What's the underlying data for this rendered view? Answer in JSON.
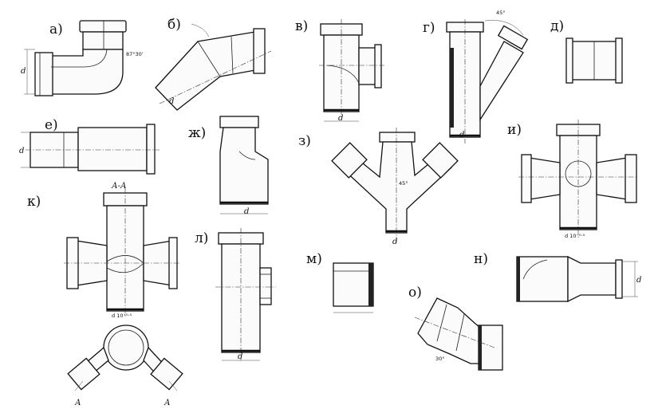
{
  "labels": {
    "a": "а)",
    "b": "б)",
    "v": "в)",
    "g": "г)",
    "d": "д)",
    "e": "е)",
    "zh": "ж)",
    "z": "з)",
    "i": "и)",
    "k": "к)",
    "l": "л)",
    "m": "м)",
    "n": "н)",
    "o": "о)"
  },
  "dims": {
    "d": "d",
    "angle_a": "87°30'",
    "angle_g": "45°",
    "angle_z": "45°",
    "section": "А-А",
    "section_mark": "А",
    "angle_o": "30°",
    "dia_i": "d 10⁻⁰·⁵",
    "dia_k": "d 10⁺⁰·⁵"
  }
}
